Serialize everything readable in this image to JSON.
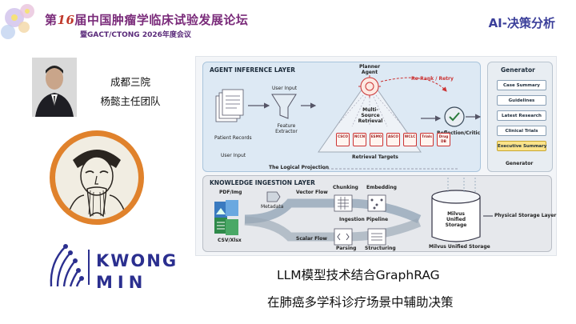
{
  "header": {
    "event_title_prefix": "第",
    "event_title_num": "16",
    "event_title_rest": "届中国肿瘤学临床试验发展论坛",
    "event_subtitle": "暨GACT/CTONG 2026年度会议",
    "section_title": "AI-决策分析"
  },
  "presenter": {
    "institution": "成都三院",
    "team": "杨懿主任团队"
  },
  "logo": {
    "line1": "KWONG",
    "line2": "MIN"
  },
  "diagram": {
    "agent_layer_title": "AGENT INFERENCE LAYER",
    "generator_title": "Generator",
    "generator_caption": "Generator",
    "patient_records": "Patient Records",
    "user_input_left": "User Input",
    "user_input_top": "User Input",
    "feature_extractor": "Feature Extractor",
    "planner_agent": "Planner Agent",
    "rerank_retry": "Re-Rank / Retry",
    "multi_source_retrieval": "Multi-Source Retrieval",
    "retrieval_targets": "Retrieval Targets",
    "reflection_critic": "Reflection/Critic",
    "logical_projection": "The Logical Projection",
    "knowledge_layer_title": "KNOWLEDGE INGESTION LAYER",
    "pdf_img": "PDF/Img",
    "csv_xlsx": "CSV/Xlsx",
    "metadata": "Metadata",
    "vector_flow": "Vector Flow",
    "scalar_flow": "Scalar Flow",
    "chunking": "Chunking",
    "embedding": "Embedding",
    "ingestion_pipeline": "Ingestion Pipeline",
    "parsing": "Parsing",
    "structuring": "Structuring",
    "milvus": "Milvus Unified Storage",
    "milvus_caption": "Milvus Unified Storage",
    "physical_storage_layer": "Physical Storage Layer",
    "targets": [
      "CSCO",
      "NCCN",
      "ESMO",
      "ASCO",
      "WCLC",
      "Trials",
      "Drug DB"
    ],
    "generator_items": [
      "Case Summary",
      "Guidelines",
      "Latest Research",
      "Clinical Trials",
      "Executive Summary"
    ]
  },
  "caption": {
    "line1": "LLM模型技术结合GraphRAG",
    "line2": "在肺癌多学科诊疗场景中辅助决策"
  },
  "colors": {
    "accent_purple": "#7a2b7a",
    "section_blue": "#3b3f9a",
    "portrait_orange": "#e0822c",
    "logo_blue": "#2b2f8f",
    "highlight_yellow": "#fbe38a"
  }
}
